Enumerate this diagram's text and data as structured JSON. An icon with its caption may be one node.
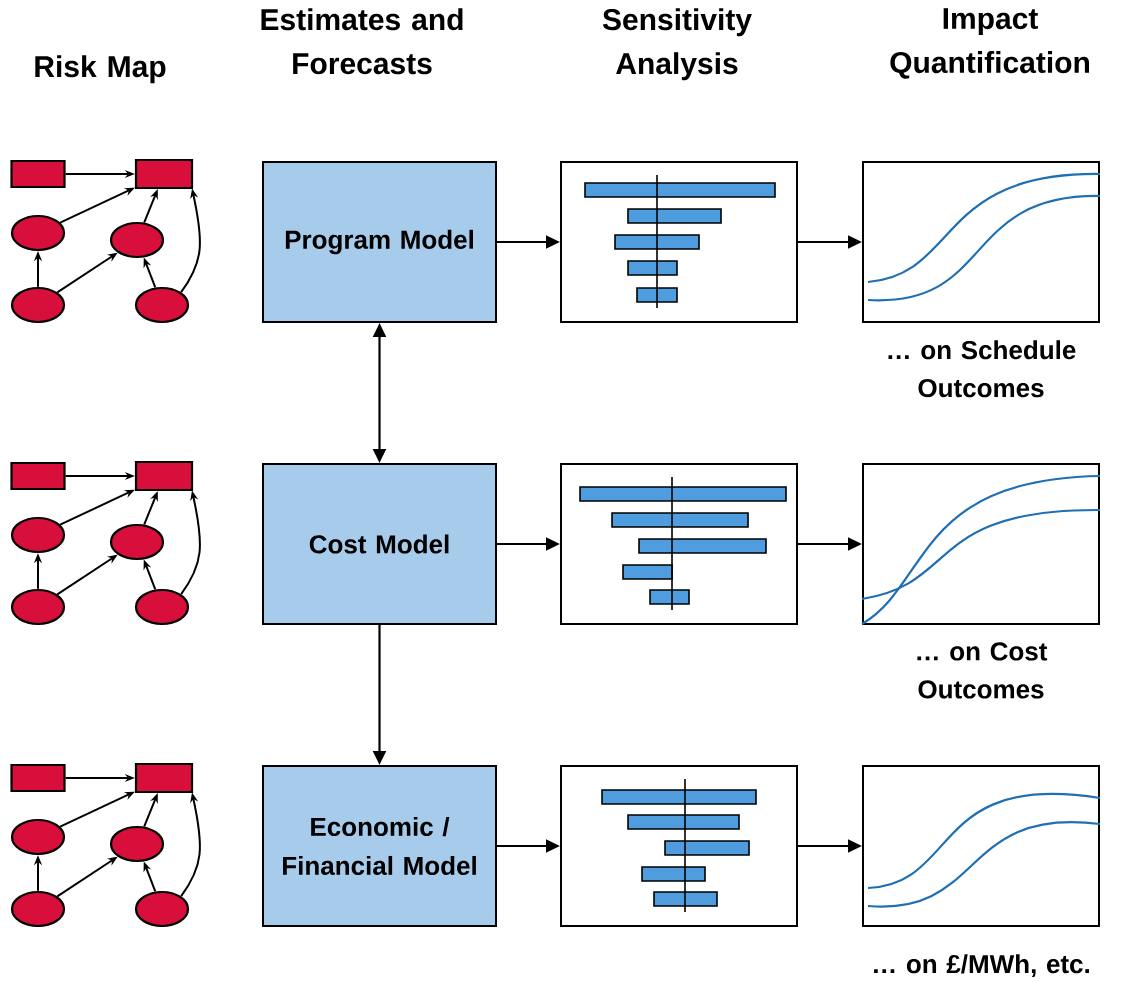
{
  "diagram": {
    "nodes": [
      {
        "text": [],
        "shape": "box"
      },
      {
        "text": [],
        "shape": "octagon"
      },
      {
        "text": [],
        "shape": "ellipse"
      },
      {
        "text": [],
        "shape": "ellipse"
      },
      {
        "text": [],
        "shape": "ellipse"
      },
      {
        "text": [],
        "shape": "ellipse"
      },
      {
        "text": [
          "Program Model"
        ]
      },
      {
        "text": [],
        "shape": "chart"
      },
      {
        "text": [],
        "shape": "chart",
        "beside": [
          "… on Schedule Outcomes"
        ]
      },
      {
        "text": [],
        "shape": "box"
      },
      {
        "text": [],
        "shape": "octagon"
      },
      {
        "text": [],
        "shape": "ellipse"
      },
      {
        "text": [],
        "shape": "ellipse"
      },
      {
        "text": [],
        "shape": "ellipse"
      },
      {
        "text": [],
        "shape": "ellipse"
      },
      {
        "text": [
          "Cost Model"
        ]
      },
      {
        "text": [],
        "shape": "chart"
      },
      {
        "text": [],
        "shape": "chart",
        "beside": [
          "… on Cost Outcomes"
        ]
      },
      {
        "text": [],
        "shape": "box"
      },
      {
        "text": [],
        "shape": "octagon"
      },
      {
        "text": [],
        "shape": "ellipse"
      },
      {
        "text": [],
        "shape": "ellipse"
      },
      {
        "text": [],
        "shape": "ellipse"
      },
      {
        "text": [],
        "shape": "ellipse"
      },
      {
        "text": [
          "Economic / Financial Model"
        ]
      },
      {
        "text": [],
        "shape": "chart"
      },
      {
        "text": [],
        "shape": "chart",
        "beside": [
          "… on £/MWh, etc."
        ]
      }
    ],
    "edges": [
      {
        "from": 0,
        "to": 1,
        "arrow": "to"
      },
      {
        "from": 2,
        "to": 1,
        "arrow": "to"
      },
      {
        "from": 3,
        "to": 1,
        "arrow": "to"
      },
      {
        "from": 5,
        "to": 1,
        "arrow": "to"
      },
      {
        "from": 4,
        "to": 2,
        "arrow": "to"
      },
      {
        "from": 4,
        "to": 3,
        "arrow": "to"
      },
      {
        "from": 5,
        "to": 3,
        "arrow": "to"
      },
      {
        "from": 6,
        "to": 7,
        "arrow": "to"
      },
      {
        "from": 7,
        "to": 8,
        "arrow": "to"
      },
      {
        "from": 9,
        "to": 10,
        "arrow": "to"
      },
      {
        "from": 11,
        "to": 10,
        "arrow": "to"
      },
      {
        "from": 12,
        "to": 10,
        "arrow": "to"
      },
      {
        "from": 14,
        "to": 10,
        "arrow": "to"
      },
      {
        "from": 13,
        "to": 11,
        "arrow": "to"
      },
      {
        "from": 13,
        "to": 12,
        "arrow": "to"
      },
      {
        "from": 14,
        "to": 12,
        "arrow": "to"
      },
      {
        "from": 15,
        "to": 16,
        "arrow": "to"
      },
      {
        "from": 16,
        "to": 17,
        "arrow": "to"
      },
      {
        "from": 18,
        "to": 19,
        "arrow": "to"
      },
      {
        "from": 20,
        "to": 19,
        "arrow": "to"
      },
      {
        "from": 21,
        "to": 19,
        "arrow": "to"
      },
      {
        "from": 23,
        "to": 19,
        "arrow": "to"
      },
      {
        "from": 22,
        "to": 20,
        "arrow": "to"
      },
      {
        "from": 22,
        "to": 21,
        "arrow": "to"
      },
      {
        "from": 23,
        "to": 21,
        "arrow": "to"
      },
      {
        "from": 24,
        "to": 25,
        "arrow": "to"
      },
      {
        "from": 25,
        "to": 26,
        "arrow": "to"
      },
      {
        "from": 6,
        "to": 15,
        "arrow": "both"
      },
      {
        "from": 15,
        "to": 24,
        "arrow": "to"
      }
    ],
    "labels": [
      "Risk Map",
      "Estimates and Forecasts",
      "Sensitivity Analysis",
      "Impact Quantification"
    ]
  }
}
